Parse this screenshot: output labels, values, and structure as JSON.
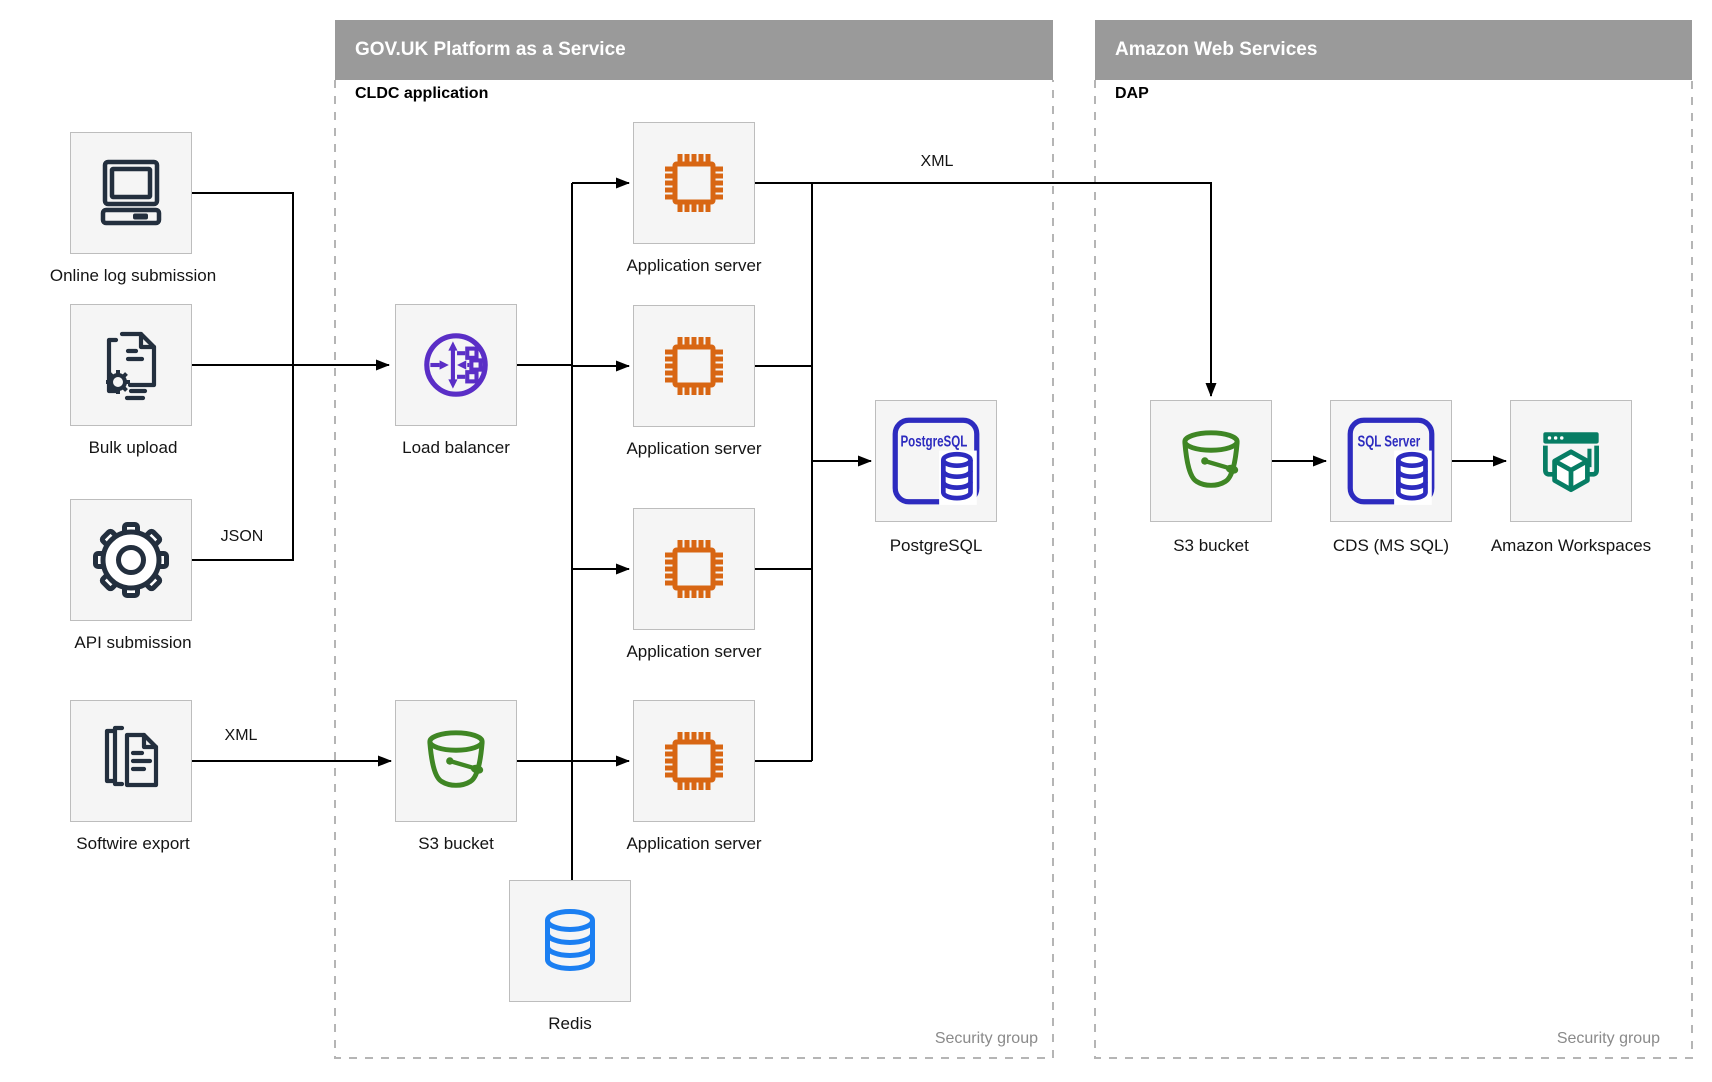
{
  "sources": [
    {
      "label": "Online log submission",
      "icon": "computer"
    },
    {
      "label": "Bulk upload",
      "icon": "document-gear"
    },
    {
      "label": "API submission",
      "icon": "gear"
    },
    {
      "label": "Softwire export",
      "icon": "documents-stack"
    }
  ],
  "govuk": {
    "header": "GOV.UK Platform as a Service",
    "sublabel": "CLDC application",
    "security_label": "Security group",
    "load_balancer_label": "Load balancer",
    "app_servers": [
      "Application server",
      "Application server",
      "Application server",
      "Application server"
    ],
    "postgresql_label": "PostgreSQL",
    "s3_label": "S3 bucket",
    "redis_label": "Redis"
  },
  "aws": {
    "header": "Amazon Web Services",
    "sublabel": "DAP",
    "security_label": "Security group",
    "s3_label": "S3 bucket",
    "cds_label": "CDS (MS SQL)",
    "workspaces_label": "Amazon Workspaces"
  },
  "edge_labels": {
    "json": "JSON",
    "xml_top": "XML",
    "xml_bottom": "XML"
  },
  "icon_texts": {
    "postgresql": "PostgreSQL",
    "sql_server": "SQL Server"
  },
  "colors": {
    "header_gray": "#9a9a9a",
    "node_fill": "#f5f5f5",
    "node_border": "#bdbdbd",
    "source_navy": "#232f3e",
    "load_balancer_purple": "#5a2ec6",
    "app_server_orange": "#d86613",
    "database_blue": "#2d2bbf",
    "s3_green": "#3f8624",
    "redis_blue": "#1b7ff2",
    "workspaces_teal": "#077d64",
    "connector_black": "#000000",
    "dashed_border_gray": "#b5b5b5",
    "security_text_gray": "#8a8a8a"
  }
}
